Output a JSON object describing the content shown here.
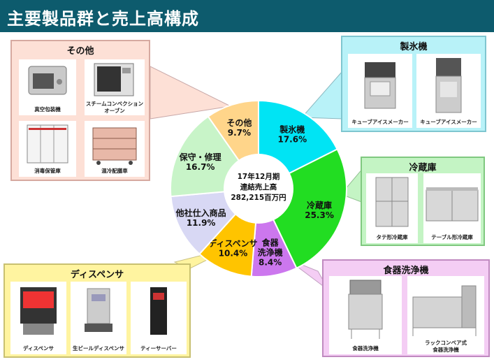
{
  "page_title": "主要製品群と売上高構成",
  "colors": {
    "title_bg": "#0d5b6d",
    "seihyoki": "#00e4f4",
    "reizoko": "#22dd22",
    "shokki": "#cc77ee",
    "dispenser": "#ffc400",
    "tasha": "#d8d8f4",
    "hoshu": "#c8f4c8",
    "sonota": "#ffd58a",
    "panel_pink": "#fde0d6",
    "panel_cyan": "#b8f2f8",
    "panel_green": "#c4f4c4",
    "panel_magenta": "#f4cdf4",
    "panel_yellow": "#fff4a0"
  },
  "chart_data": {
    "type": "pie",
    "center_text": [
      "17年12月期",
      "連結売上高",
      "282,215百万円"
    ],
    "slices": [
      {
        "label": "製氷機",
        "value": 17.6,
        "color": "#00e4f4"
      },
      {
        "label": "冷蔵庫",
        "value": 25.3,
        "color": "#22dd22"
      },
      {
        "label": "食器洗浄機",
        "value": 8.4,
        "color": "#cc77ee"
      },
      {
        "label": "ディスペンサ",
        "value": 10.4,
        "color": "#ffc400"
      },
      {
        "label": "他社仕入商品",
        "value": 11.9,
        "color": "#d8d8f4"
      },
      {
        "label": "保守・修理",
        "value": 16.7,
        "color": "#c8f4c8"
      },
      {
        "label": "その他",
        "value": 9.7,
        "color": "#ffd58a"
      }
    ],
    "label_lines": [
      [
        "製氷機",
        "17.6%"
      ],
      [
        "冷蔵庫",
        "25.3%"
      ],
      [
        "食器",
        "洗浄機",
        "8.4%"
      ],
      [
        "ディスペンサ",
        "10.4%"
      ],
      [
        "他社仕入商品",
        "11.9%"
      ],
      [
        "保守・修理",
        "16.7%"
      ],
      [
        "その他",
        "9.7%"
      ]
    ]
  },
  "panels": {
    "sonota": {
      "title": "その他",
      "items": [
        [
          "真空包装機"
        ],
        [
          "スチームコンベクション",
          "オーブン"
        ],
        [
          "消毒保管庫"
        ],
        [
          "温冷配膳車"
        ]
      ]
    },
    "seihyoki": {
      "title": "製氷機",
      "items": [
        [
          "キューブアイスメーカー"
        ],
        [
          "キューブアイスメーカー"
        ]
      ]
    },
    "reizoko": {
      "title": "冷蔵庫",
      "items": [
        [
          "タテ形冷蔵庫"
        ],
        [
          "テーブル形冷蔵庫"
        ]
      ]
    },
    "shokki": {
      "title": "食器洗浄機",
      "items": [
        [
          "食器洗浄機"
        ],
        [
          "ラックコンベア式",
          "食器洗浄機"
        ]
      ]
    },
    "dispenser": {
      "title": "ディスペンサ",
      "items": [
        [
          "ディスペンサ"
        ],
        [
          "生ビールディスペンサ"
        ],
        [
          "ティーサーバー"
        ]
      ]
    }
  }
}
